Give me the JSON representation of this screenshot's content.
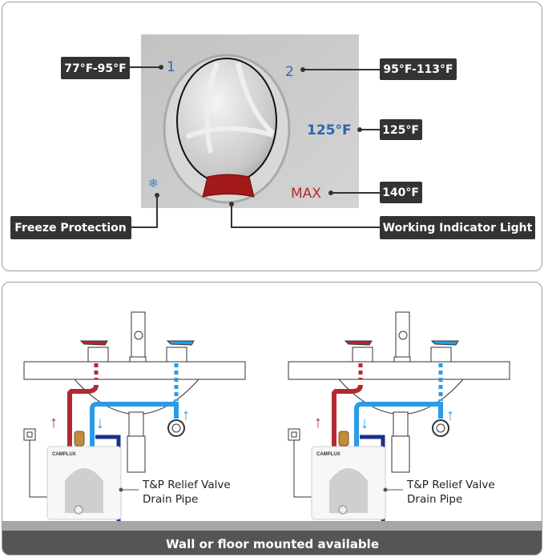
{
  "control_panel": {
    "dial_marks": {
      "one": "1",
      "two": "2",
      "temp_125": "125",
      "temp_125_unit": "°F",
      "max": "MAX"
    },
    "callouts": {
      "setting_1": "77°F-95°F",
      "setting_2": "95°F-113°F",
      "setting_125": "125°F",
      "setting_max": "140°F",
      "freeze": "Freeze Protection",
      "indicator": "Working Indicator Light"
    },
    "colors": {
      "callout_bg": "#333333",
      "dial_blue": "#2d64b4",
      "max_red": "#b52a2a",
      "indicator_red": "#a31818"
    }
  },
  "installation": {
    "brand": "CAMPLUX",
    "drain_label_line1": "T&P Relief Valve",
    "drain_label_line2": "Drain Pipe",
    "footer": "Wall or floor mounted available",
    "colors": {
      "hot": "#b22a30",
      "cold": "#2a9be6",
      "drain": "#1f2f8a",
      "footer_bg": "#555555"
    }
  }
}
